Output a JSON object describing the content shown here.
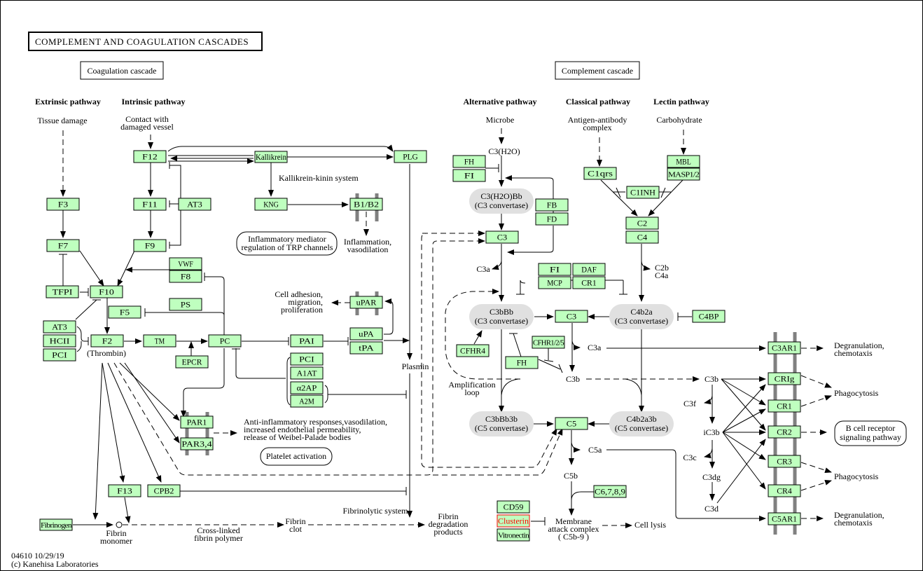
{
  "title": "COMPLEMENT AND COAGULATION CASCADES",
  "footer": {
    "id_date": "04610 10/29/19",
    "copyright": "(c) Kanehisa Laboratories"
  },
  "sections": {
    "coagulation": "Coagulation cascade",
    "complement": "Complement cascade"
  },
  "headers": {
    "extrinsic": "Extrinsic pathway",
    "intrinsic": "Intrinsic pathway",
    "alternative": "Alternative pathway",
    "classical": "Classical pathway",
    "lectin": "Lectin pathway"
  },
  "colors": {
    "gene_fill": "#bfffbf",
    "complex_fill": "#e0e0e0",
    "highlight": "#ff0000",
    "membrane": "#808080"
  },
  "genes": [
    {
      "id": "F12",
      "label": "F12"
    },
    {
      "id": "Kallikrein",
      "label": "Kallikrein"
    },
    {
      "id": "PLG",
      "label": "PLG"
    },
    {
      "id": "F3",
      "label": "F3"
    },
    {
      "id": "F11",
      "label": "F11"
    },
    {
      "id": "AT3a",
      "label": "AT3"
    },
    {
      "id": "KNG",
      "label": "KNG"
    },
    {
      "id": "B1B2",
      "label": "B1/B2"
    },
    {
      "id": "F7",
      "label": "F7"
    },
    {
      "id": "F9",
      "label": "F9"
    },
    {
      "id": "VWF",
      "label": "VWF"
    },
    {
      "id": "F8",
      "label": "F8"
    },
    {
      "id": "TFPI",
      "label": "TFPI"
    },
    {
      "id": "F10",
      "label": "F10"
    },
    {
      "id": "PS",
      "label": "PS"
    },
    {
      "id": "F5",
      "label": "F5"
    },
    {
      "id": "AT3b",
      "label": "AT3"
    },
    {
      "id": "HCII",
      "label": "HCII"
    },
    {
      "id": "PCIa",
      "label": "PCI"
    },
    {
      "id": "F2",
      "label": "F2"
    },
    {
      "id": "TM",
      "label": "TM"
    },
    {
      "id": "PC",
      "label": "PC"
    },
    {
      "id": "EPCR",
      "label": "EPCR"
    },
    {
      "id": "PAI",
      "label": "PAI"
    },
    {
      "id": "uPA",
      "label": "uPA"
    },
    {
      "id": "tPA",
      "label": "tPA"
    },
    {
      "id": "uPAR",
      "label": "uPAR"
    },
    {
      "id": "PCIb",
      "label": "PCI"
    },
    {
      "id": "A1AT",
      "label": "A1AT"
    },
    {
      "id": "a2AP",
      "label": "α2AP"
    },
    {
      "id": "A2M",
      "label": "A2M"
    },
    {
      "id": "PAR1",
      "label": "PAR1"
    },
    {
      "id": "PAR34",
      "label": "PAR3,4"
    },
    {
      "id": "F13",
      "label": "F13"
    },
    {
      "id": "CPB2",
      "label": "CPB2"
    },
    {
      "id": "Fibrinogen",
      "label": "Fibrinogen"
    },
    {
      "id": "FHa",
      "label": "FH"
    },
    {
      "id": "FIa",
      "label": "FI"
    },
    {
      "id": "FB",
      "label": "FB"
    },
    {
      "id": "FD",
      "label": "FD"
    },
    {
      "id": "C3a_g",
      "label": "C3"
    },
    {
      "id": "C1qrs",
      "label": "C1qrs"
    },
    {
      "id": "MBL",
      "label": "MBL"
    },
    {
      "id": "MASP",
      "label": "MASP1/2"
    },
    {
      "id": "C1INH",
      "label": "C1INH"
    },
    {
      "id": "C2",
      "label": "C2"
    },
    {
      "id": "C4",
      "label": "C4"
    },
    {
      "id": "FIb",
      "label": "FI"
    },
    {
      "id": "DAF",
      "label": "DAF"
    },
    {
      "id": "MCP",
      "label": "MCP"
    },
    {
      "id": "CR1a",
      "label": "CR1"
    },
    {
      "id": "C3b_g",
      "label": "C3"
    },
    {
      "id": "C4BP",
      "label": "C4BP"
    },
    {
      "id": "CFHR4",
      "label": "CFHR4"
    },
    {
      "id": "CFHR125",
      "label": "CFHR1/2/5"
    },
    {
      "id": "FHb",
      "label": "FH"
    },
    {
      "id": "C5",
      "label": "C5"
    },
    {
      "id": "C6789",
      "label": "C6,7,8,9"
    },
    {
      "id": "CD59",
      "label": "CD59"
    },
    {
      "id": "Clusterin",
      "label": "Clusterin",
      "highlight": true
    },
    {
      "id": "Vitronectin",
      "label": "Vitronectin"
    },
    {
      "id": "C3AR1",
      "label": "C3AR1"
    },
    {
      "id": "CRIg",
      "label": "CRIg"
    },
    {
      "id": "CR1b",
      "label": "CR1"
    },
    {
      "id": "CR2",
      "label": "CR2"
    },
    {
      "id": "CR3",
      "label": "CR3"
    },
    {
      "id": "CR4",
      "label": "CR4"
    },
    {
      "id": "C5AR1",
      "label": "C5AR1"
    }
  ],
  "complexes": [
    {
      "id": "c3h2obb",
      "line1": "C3(H2O)Bb",
      "line2": "(C3 convertase)"
    },
    {
      "id": "c3bbb",
      "line1": "C3bBb",
      "line2": "(C3 convertase)"
    },
    {
      "id": "c4b2a",
      "line1": "C4b2a",
      "line2": "(C3 convertase)"
    },
    {
      "id": "c3bbb3b",
      "line1": "C3bBb3b",
      "line2": "(C5 convertase)"
    },
    {
      "id": "c4b2a3b",
      "line1": "C4b2a3b",
      "line2": "(C5 convertase)"
    }
  ],
  "maps": {
    "inflammatory": [
      "Inflammatory mediator",
      "regulation of TRP channels"
    ],
    "platelet": "Platelet activation",
    "bcell": [
      "B cell receptor",
      "signaling pathway"
    ]
  },
  "labels": {
    "tissue_damage": "Tissue damage",
    "contact": [
      "Contact with",
      "damaged vessel"
    ],
    "kks": "Kallikrein-kinin system",
    "inflammation": [
      "Inflammation,",
      "vasodilation"
    ],
    "cell_adhesion": [
      "Cell adhesion,",
      "migration,",
      "proliferation"
    ],
    "thrombin": "(Thrombin)",
    "plasmin": "Plasmin",
    "anti_inflam": [
      "Anti-inflammatory responses,vasodilation,",
      "increased endothelial permeability,",
      "release of Weibel-Palade bodies"
    ],
    "fibrinolytic": "Fibrinolytic system",
    "fibrin_monomer": [
      "Fibrin",
      "monomer"
    ],
    "crosslinked": [
      "Cross-linked",
      "fibrin polymer"
    ],
    "fibrin_clot": [
      "Fibrin",
      "clot"
    ],
    "fdp": [
      "Fibrin",
      "degradation",
      "products"
    ],
    "microbe": "Microbe",
    "c3h2o": "C3(H2O)",
    "antigen": [
      "Antigen-antibody",
      "complex"
    ],
    "carbohydrate": "Carbohydrate",
    "c3a_1": "C3a",
    "c2b_c4a": [
      "C2b",
      "C4a"
    ],
    "c3a_2": "C3a",
    "c3b_1": "C3b",
    "c3b_2": "C3b",
    "amplification": [
      "Amplification",
      "loop"
    ],
    "c5a": "C5a",
    "c5b": "C5b",
    "mac": [
      "Membrane",
      "attack complex",
      "( C5b-9 )"
    ],
    "cell_lysis": "Cell lysis",
    "c3f": "C3f",
    "ic3b": "iC3b",
    "c3c": "C3c",
    "c3dg": "C3dg",
    "c3d": "C3d",
    "degran1": [
      "Degranulation,",
      "chemotaxis"
    ],
    "phago1": "Phagocytosis",
    "phago2": "Phagocytosis",
    "degran2": [
      "Degranulation,",
      "chemotaxis"
    ]
  }
}
